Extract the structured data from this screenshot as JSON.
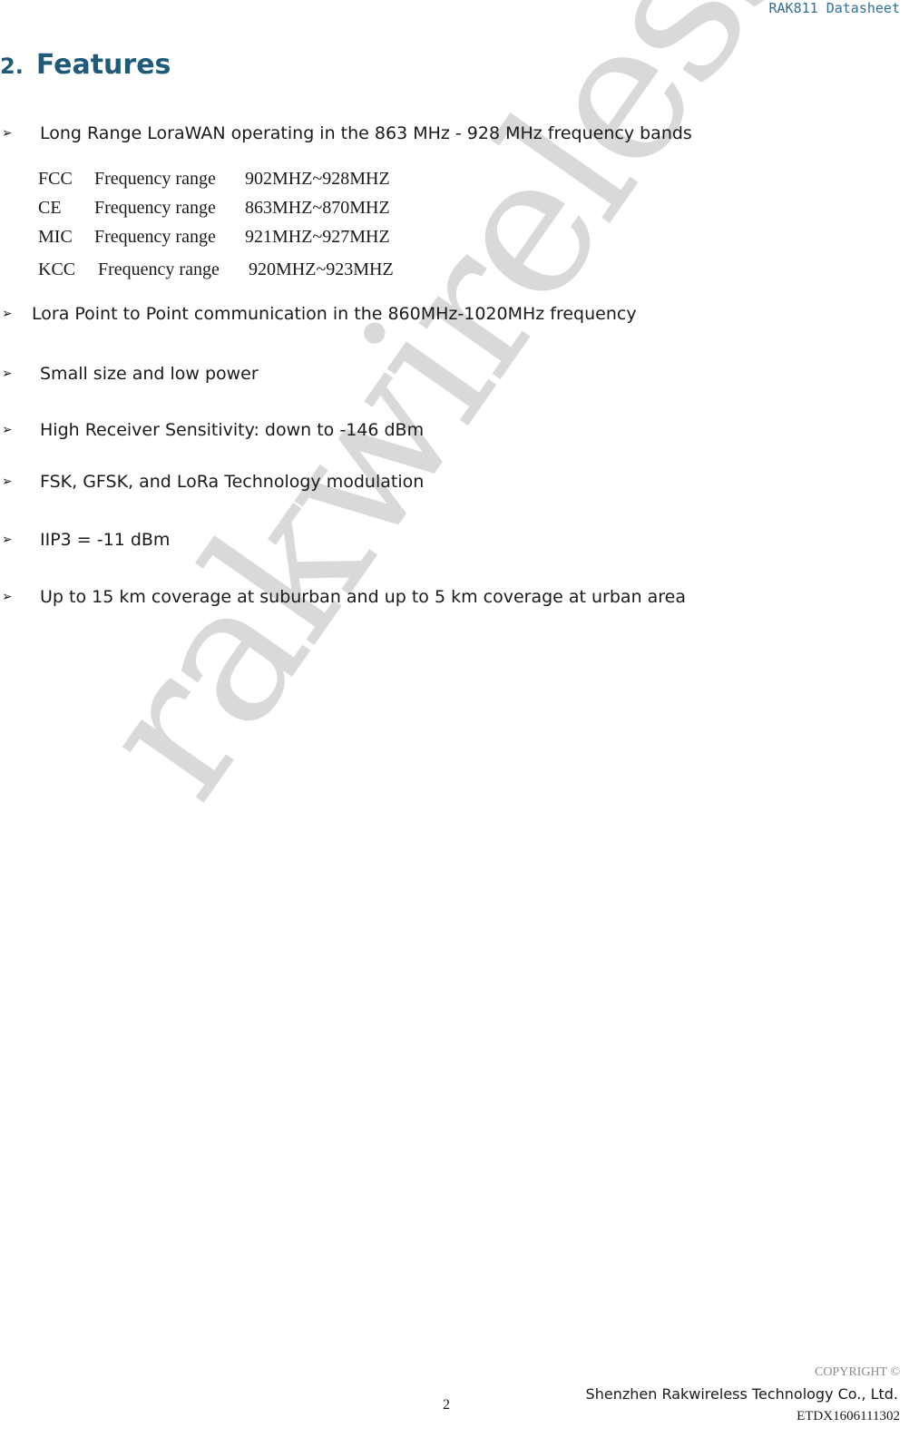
{
  "header": {
    "title": "RAK811 Datasheet"
  },
  "section": {
    "number": "2.",
    "title": "Features"
  },
  "bullets": [
    {
      "text": "Long Range LoraWAN operating in the 863 MHz - 928 MHz frequency bands"
    },
    {
      "text": "Lora Point to Point communication in the 860MHz-1020MHz frequency"
    },
    {
      "text": "Small size and low power"
    },
    {
      "text": "High Receiver Sensitivity: down to -146 dBm"
    },
    {
      "text": "FSK, GFSK, and LoRa Technology modulation"
    },
    {
      "text": "IIP3 = -11 dBm"
    },
    {
      "text": "Up to 15 km coverage at suburban and up to 5 km coverage at urban area"
    }
  ],
  "bullet_glyph": "➢",
  "frequency_ranges": [
    {
      "region": "FCC",
      "label": "Frequency range",
      "range": "902MHZ~928MHZ"
    },
    {
      "region": "CE",
      "label": "Frequency range",
      "range": "863MHZ~870MHZ"
    },
    {
      "region": "MIC",
      "label": "Frequency range",
      "range": "921MHZ~927MHZ"
    },
    {
      "region": "KCC",
      "label": "Frequency range",
      "range": "920MHZ~923MHZ"
    }
  ],
  "watermark": {
    "text": "rakwireless"
  },
  "footer": {
    "copyright": "COPYRIGHT ©",
    "company": "Shenzhen Rakwireless Technology Co., Ltd.",
    "doc_id": "ETDX1606111302",
    "page_number": "2"
  },
  "colors": {
    "heading": "#1f5a7a",
    "header_text": "#2f6f96",
    "watermark": "#d9d9d9"
  }
}
